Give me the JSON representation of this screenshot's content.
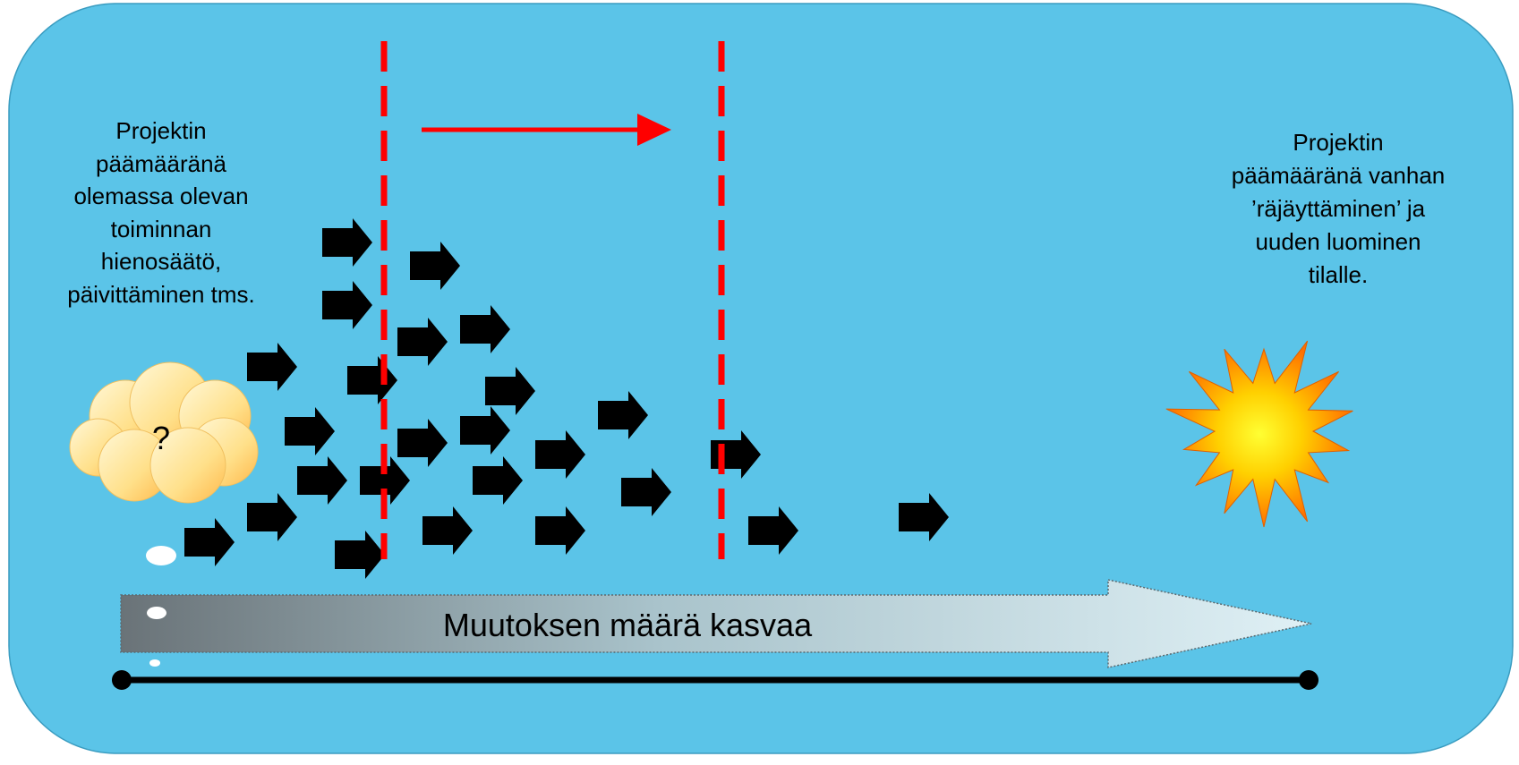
{
  "diagram": {
    "left_text_lines": [
      "Projektin",
      "päämääränä",
      "olemassa olevan",
      "toiminnan",
      "hienosäätö,",
      "päivittäminen tms."
    ],
    "right_text_lines": [
      "Projektin",
      "päämääränä vanhan",
      "’räjäyttäminen’ ja",
      "uuden luominen",
      "tilalle."
    ],
    "band_label": "Muutoksen määrä kasvaa",
    "cloud_mark": "?",
    "colors": {
      "background": "#5BC4E8",
      "dashed_line": "#FF0000",
      "arrow": "#000000",
      "band_start": "#6A7378",
      "band_end": "#DFF0F5",
      "starburst_outer": "#FF7F00",
      "starburst_inner": "#FFFF00",
      "cloud_top": "#FFF4C4",
      "cloud_bottom": "#FFC75A"
    },
    "icons": [
      "cloud-icon",
      "starburst-icon",
      "right-arrow-icon"
    ]
  }
}
